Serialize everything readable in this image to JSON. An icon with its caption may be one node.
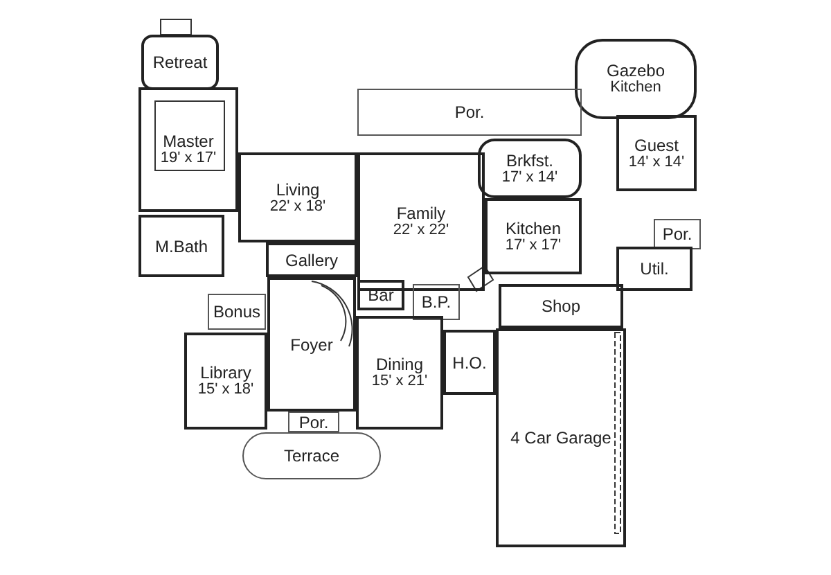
{
  "diagram": {
    "nodes": [
      {
        "text": [
          "Retreat"
        ]
      },
      {
        "text": [
          "Gazebo",
          "Kitchen"
        ]
      },
      {
        "text": [
          "Master",
          "19' x 17'"
        ]
      },
      {
        "text": [
          "Por."
        ]
      },
      {
        "text": [
          "Brkfst.",
          "17' x 14'"
        ]
      },
      {
        "text": [
          "Guest",
          "14' x 14'"
        ]
      },
      {
        "text": [
          "Living",
          "22' x 18'"
        ]
      },
      {
        "text": [
          "Family",
          "22' x 22'"
        ]
      },
      {
        "text": [
          "Por."
        ]
      },
      {
        "text": [
          "Kitchen",
          "17' x 17'"
        ]
      },
      {
        "text": [
          "M.Bath"
        ]
      },
      {
        "text": [
          "Gallery"
        ]
      },
      {
        "text": [
          "Util."
        ]
      },
      {
        "text": [
          "Bar"
        ]
      },
      {
        "text": [
          "B.P."
        ]
      },
      {
        "text": [
          "Shop"
        ]
      },
      {
        "text": [
          "Bonus"
        ]
      },
      {
        "text": [
          "Library",
          "15' x 18'"
        ]
      },
      {
        "text": [
          "Foyer"
        ]
      },
      {
        "text": [
          "Dining",
          "15' x 21'"
        ]
      },
      {
        "text": [
          "H.O."
        ]
      },
      {
        "text": [
          "4 Car Garage"
        ]
      },
      {
        "text": [
          "Por."
        ]
      },
      {
        "text": [
          "Terrace"
        ]
      }
    ]
  }
}
